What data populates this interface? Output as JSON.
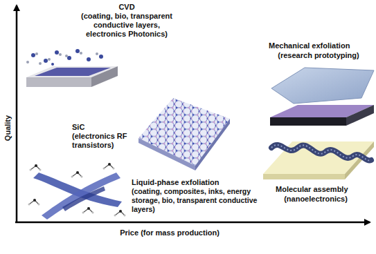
{
  "diagram": {
    "labels": [
      "CVD",
      "(coating, bio, transparent conductive layers, electronics Photonics)",
      "Mechanical exfoliation",
      "(research prototyping)",
      "SiC",
      "(electronics RF transistors)",
      "Molecular assembly",
      "(nanoelectronics)",
      "Liquid-phase exfoliation",
      "(coating, composites, inks, energy storage, bio, transparent conductive layers)",
      "Quality",
      "Price (for mass production)"
    ]
  }
}
